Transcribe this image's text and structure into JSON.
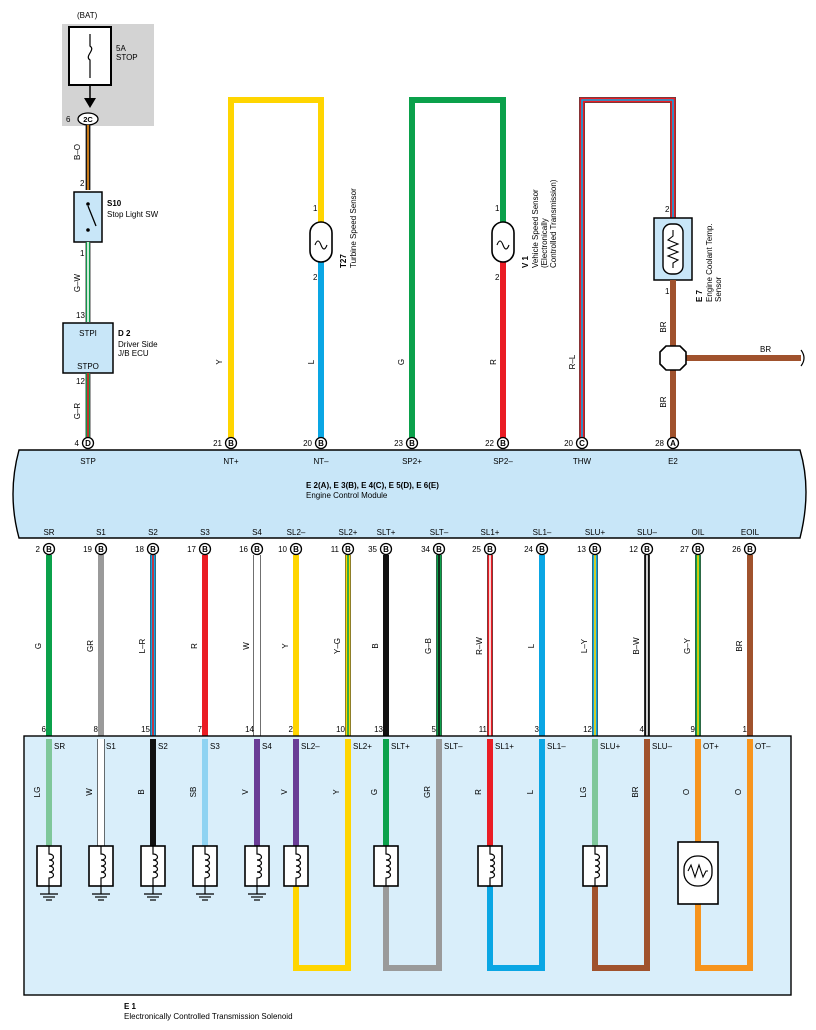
{
  "colors": {
    "Y": "#ffd500",
    "L": "#0aa6e4",
    "G": "#0ba14b",
    "R": "#ea1c24",
    "BR": "#a0522d",
    "W": "#ffffff",
    "B": "#111111",
    "GR": "#9a9a9a",
    "LG": "#7fc79a",
    "V": "#6a3c96",
    "SB": "#8fd3f2",
    "O": "#f7941d",
    "module_fill": "#c8e6f8",
    "module_fill_light": "#d9eefa",
    "bat_fill": "#d3d3d3"
  },
  "battery": {
    "label": "(BAT)",
    "fuse_label": "5A\nSTOP",
    "pin": "6",
    "connector": "2C"
  },
  "stop_light_sw": {
    "code": "S10",
    "name": "Stop Light SW",
    "pin_top": "2",
    "pin_bottom": "1",
    "wire_in": "B–O",
    "wire_out": "G–W"
  },
  "jb_ecu": {
    "code": "D 2",
    "name": "Driver Side\nJ/B ECU",
    "pin_in": "13",
    "label_in": "STPI",
    "pin_out": "12",
    "label_out": "STPO",
    "wire_out": "G–R"
  },
  "sensors": [
    {
      "code": "T27",
      "name": "Turbine Speed Sensor",
      "pin1": "1",
      "pin2": "2",
      "wire1": "Y",
      "wire2": "L"
    },
    {
      "code": "V 1",
      "name": "Vehicle Speed Sensor\n(Electronically\nControlled Transmission)",
      "pin1": "1",
      "pin2": "2",
      "wire1": "G",
      "wire2": "R"
    },
    {
      "code": "E 7",
      "name": "Engine Coolant Temp.\nSensor",
      "pin1": "2",
      "pin2": "1",
      "wire1": "R–L",
      "wire2": "BR"
    }
  ],
  "ground_branch": {
    "label": "BR"
  },
  "ecm": {
    "codes": "E 2(A), E 3(B), E 4(C), E 5(D), E 6(E)",
    "name": "Engine Control Module",
    "top_pins": [
      {
        "pin": "4",
        "conn": "D",
        "label": "STP"
      },
      {
        "pin": "21",
        "conn": "B",
        "label": "NT+"
      },
      {
        "pin": "20",
        "conn": "B",
        "label": "NT–"
      },
      {
        "pin": "23",
        "conn": "B",
        "label": "SP2+"
      },
      {
        "pin": "22",
        "conn": "B",
        "label": "SP2–"
      },
      {
        "pin": "20",
        "conn": "C",
        "label": "THW"
      },
      {
        "pin": "28",
        "conn": "A",
        "label": "E2"
      }
    ],
    "bottom_pins": [
      {
        "pin": "2",
        "conn": "B",
        "label": "SR",
        "wire": "G"
      },
      {
        "pin": "19",
        "conn": "B",
        "label": "S1",
        "wire": "GR"
      },
      {
        "pin": "18",
        "conn": "B",
        "label": "S2",
        "wire": "L–R"
      },
      {
        "pin": "17",
        "conn": "B",
        "label": "S3",
        "wire": "R"
      },
      {
        "pin": "16",
        "conn": "B",
        "label": "S4",
        "wire": "W"
      },
      {
        "pin": "10",
        "conn": "B",
        "label": "SL2–",
        "wire": "Y"
      },
      {
        "pin": "11",
        "conn": "B",
        "label": "SL2+",
        "wire": "Y–G"
      },
      {
        "pin": "35",
        "conn": "B",
        "label": "SLT+",
        "wire": "B"
      },
      {
        "pin": "34",
        "conn": "B",
        "label": "SLT–",
        "wire": "G–B"
      },
      {
        "pin": "25",
        "conn": "B",
        "label": "SL1+",
        "wire": "R–W"
      },
      {
        "pin": "24",
        "conn": "B",
        "label": "SL1–",
        "wire": "L"
      },
      {
        "pin": "13",
        "conn": "B",
        "label": "SLU+",
        "wire": "L–Y"
      },
      {
        "pin": "12",
        "conn": "B",
        "label": "SLU–",
        "wire": "B–W"
      },
      {
        "pin": "27",
        "conn": "B",
        "label": "OIL",
        "wire": "G–Y"
      },
      {
        "pin": "26",
        "conn": "B",
        "label": "EOIL",
        "wire": "BR"
      }
    ]
  },
  "solenoid": {
    "code": "E 1",
    "name": "Electronically Controlled Transmission Solenoid",
    "pins": [
      {
        "pin": "6",
        "label": "SR",
        "wire": "LG"
      },
      {
        "pin": "8",
        "label": "S1",
        "wire": "W"
      },
      {
        "pin": "15",
        "label": "S2",
        "wire": "B"
      },
      {
        "pin": "7",
        "label": "S3",
        "wire": "SB"
      },
      {
        "pin": "14",
        "label": "S4",
        "wire": "V"
      },
      {
        "pin": "2",
        "label": "SL2–",
        "wire": "V"
      },
      {
        "pin": "10",
        "label": "SL2+",
        "wire": "Y"
      },
      {
        "pin": "13",
        "label": "SLT+",
        "wire": "G"
      },
      {
        "pin": "5",
        "label": "SLT–",
        "wire": "GR"
      },
      {
        "pin": "11",
        "label": "SL1+",
        "wire": "R"
      },
      {
        "pin": "3",
        "label": "SL1–",
        "wire": "L"
      },
      {
        "pin": "12",
        "label": "SLU+",
        "wire": "LG"
      },
      {
        "pin": "4",
        "label": "SLU–",
        "wire": "BR"
      },
      {
        "pin": "9",
        "label": "OT+",
        "wire": "O"
      },
      {
        "pin": "1",
        "label": "OT–",
        "wire": "O"
      }
    ]
  }
}
